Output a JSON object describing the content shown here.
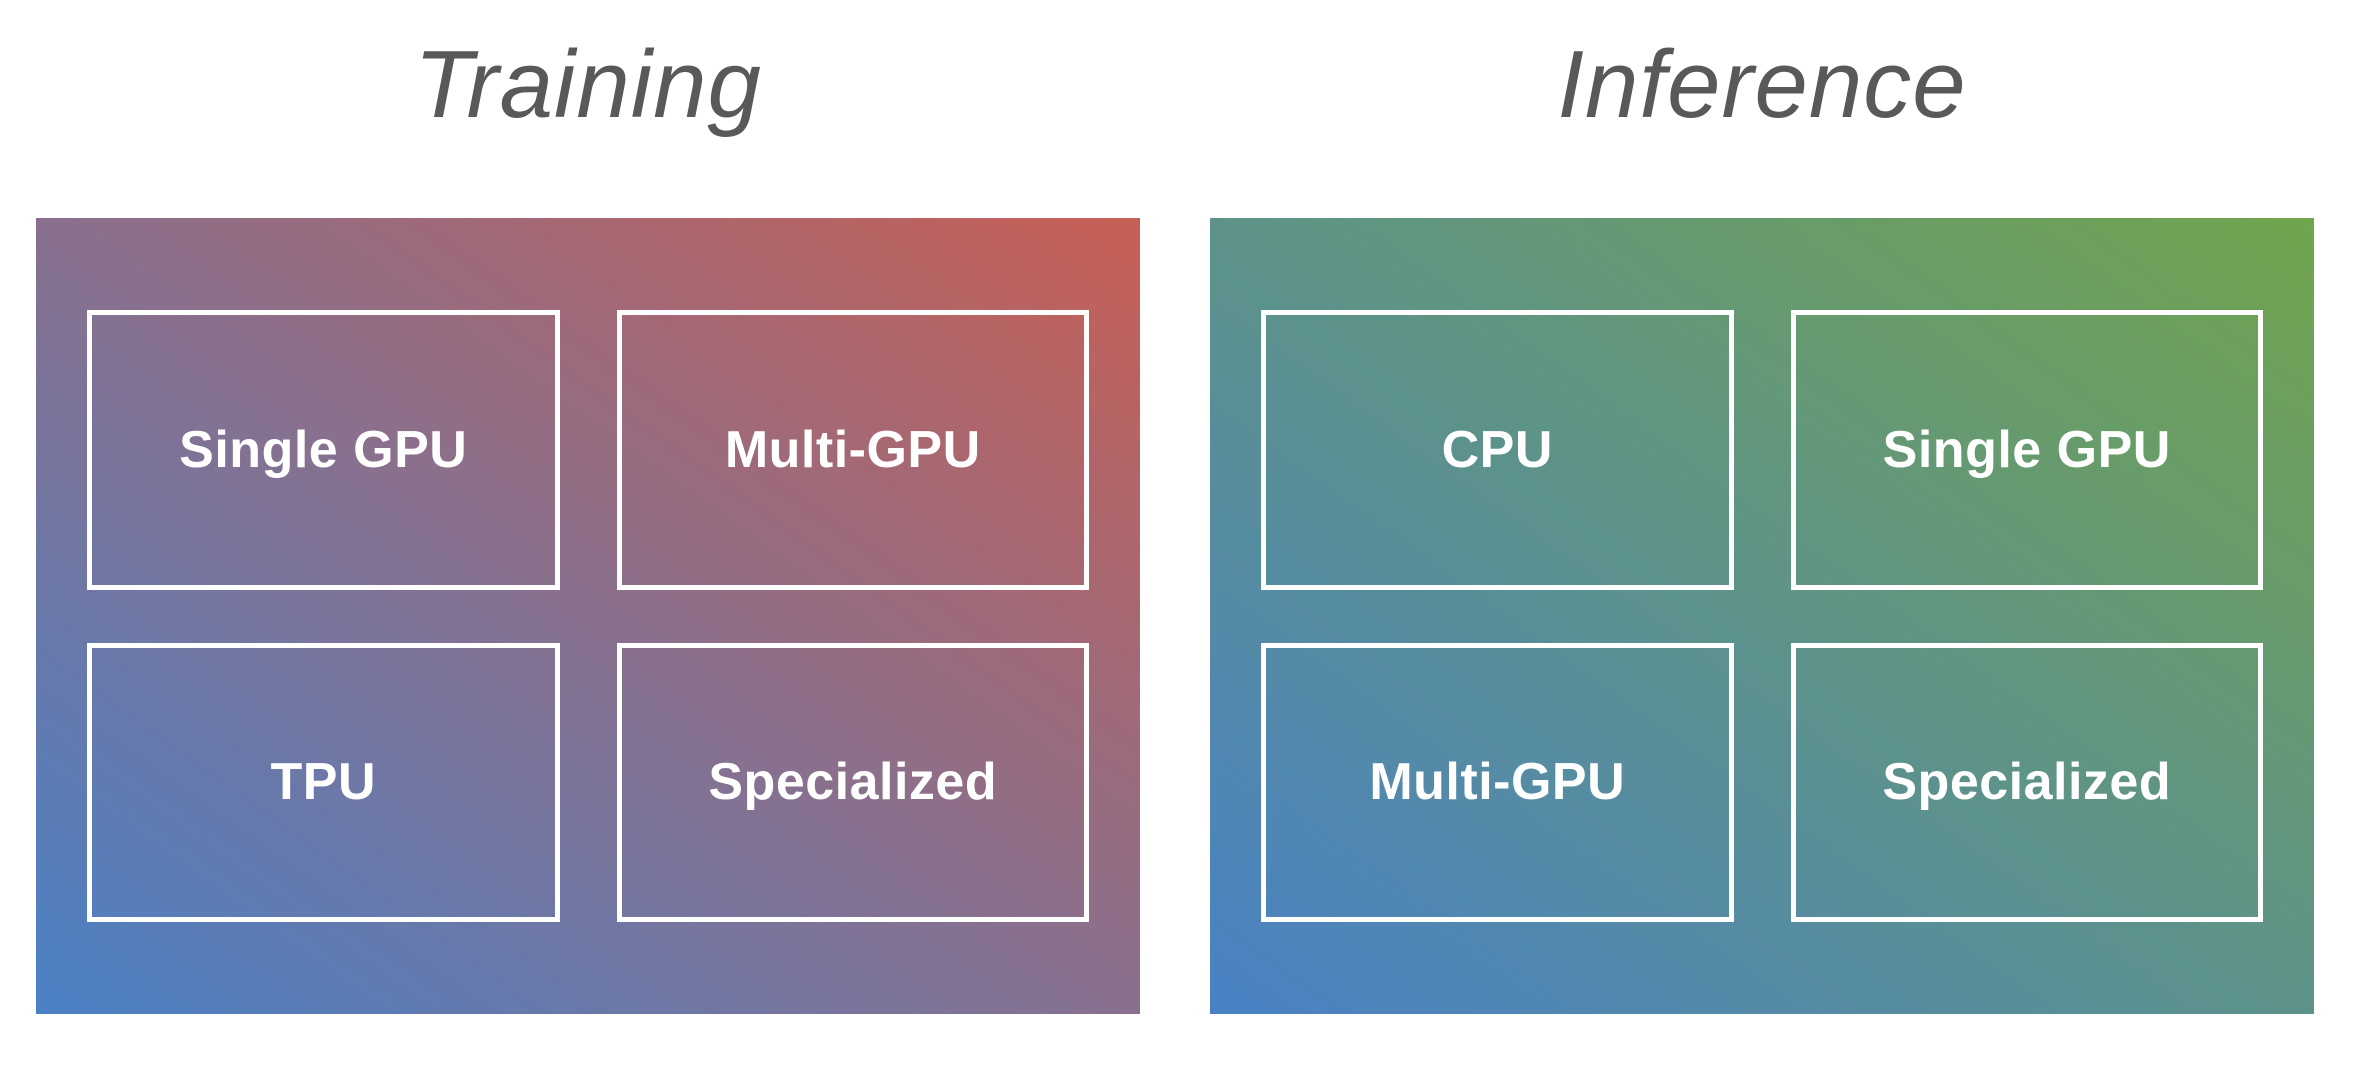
{
  "diagram": {
    "box_border_color": "#ffffff",
    "box_text_color": "#ffffff",
    "title_color": "#595959",
    "panels": [
      {
        "title": "Training",
        "gradient_from": "#4a81c6",
        "gradient_to": "#c75f55",
        "boxes": [
          "Single GPU",
          "Multi-GPU",
          "TPU",
          "Specialized"
        ]
      },
      {
        "title": "Inference",
        "gradient_from": "#4a81c6",
        "gradient_to": "#71a44d",
        "boxes": [
          "CPU",
          "Single GPU",
          "Multi-GPU",
          "Specialized"
        ]
      }
    ]
  }
}
